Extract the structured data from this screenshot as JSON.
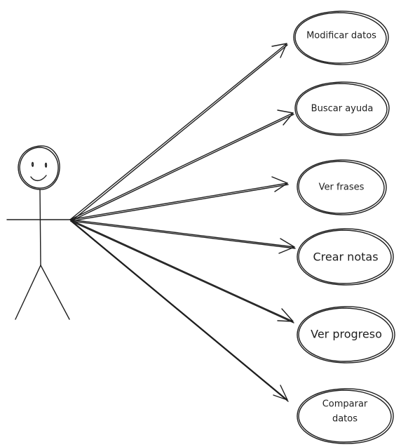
{
  "diagram": {
    "type": "use-case",
    "actor": {
      "name": ""
    },
    "use_cases": [
      {
        "lines": [
          "Modificar datos"
        ]
      },
      {
        "lines": [
          "Buscar ayuda"
        ]
      },
      {
        "lines": [
          "Ver frases"
        ]
      },
      {
        "lines": [
          "Crear notas"
        ]
      },
      {
        "lines": [
          "Ver progreso"
        ]
      },
      {
        "lines": [
          "Comparar",
          "datos"
        ]
      }
    ]
  }
}
